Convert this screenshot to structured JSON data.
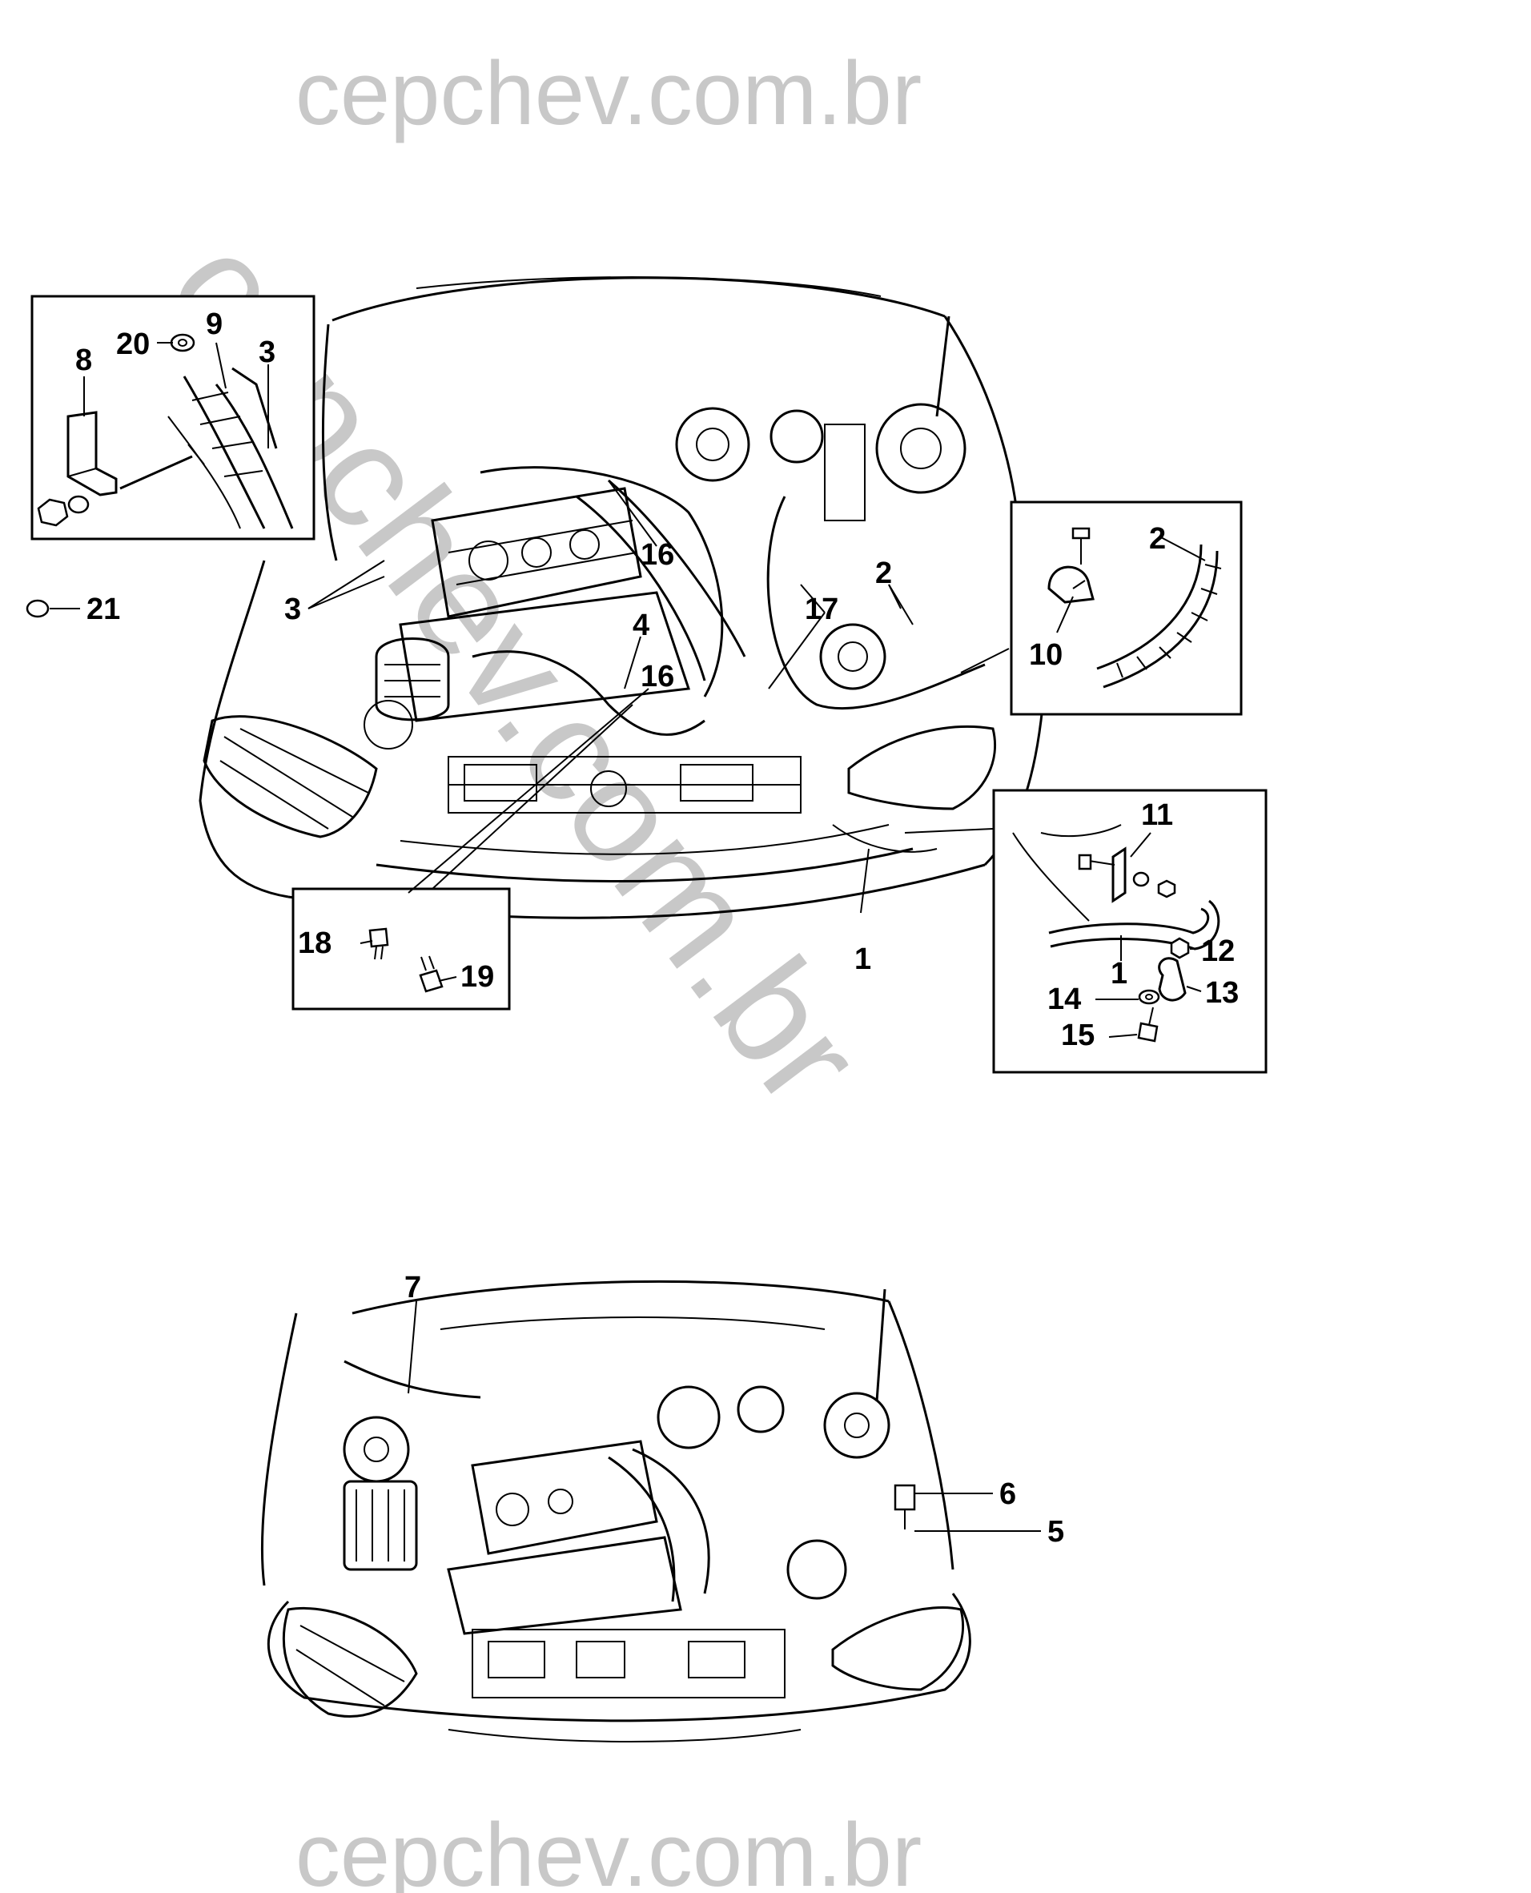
{
  "watermark": {
    "top": "cepchev.com.br",
    "diagonal": "cepchev.com.br",
    "bottom": "cepchev.com.br"
  },
  "callouts": {
    "c1a": "1",
    "c1b": "1",
    "c2a": "2",
    "c2b": "2",
    "c3a": "3",
    "c3b": "3",
    "c4": "4",
    "c5": "5",
    "c6": "6",
    "c7": "7",
    "c8": "8",
    "c9": "9",
    "c10": "10",
    "c11": "11",
    "c12": "12",
    "c13": "13",
    "c14": "14",
    "c15": "15",
    "c16a": "16",
    "c16b": "16",
    "c17": "17",
    "c18": "18",
    "c19": "19",
    "c20": "20",
    "c21": "21"
  }
}
